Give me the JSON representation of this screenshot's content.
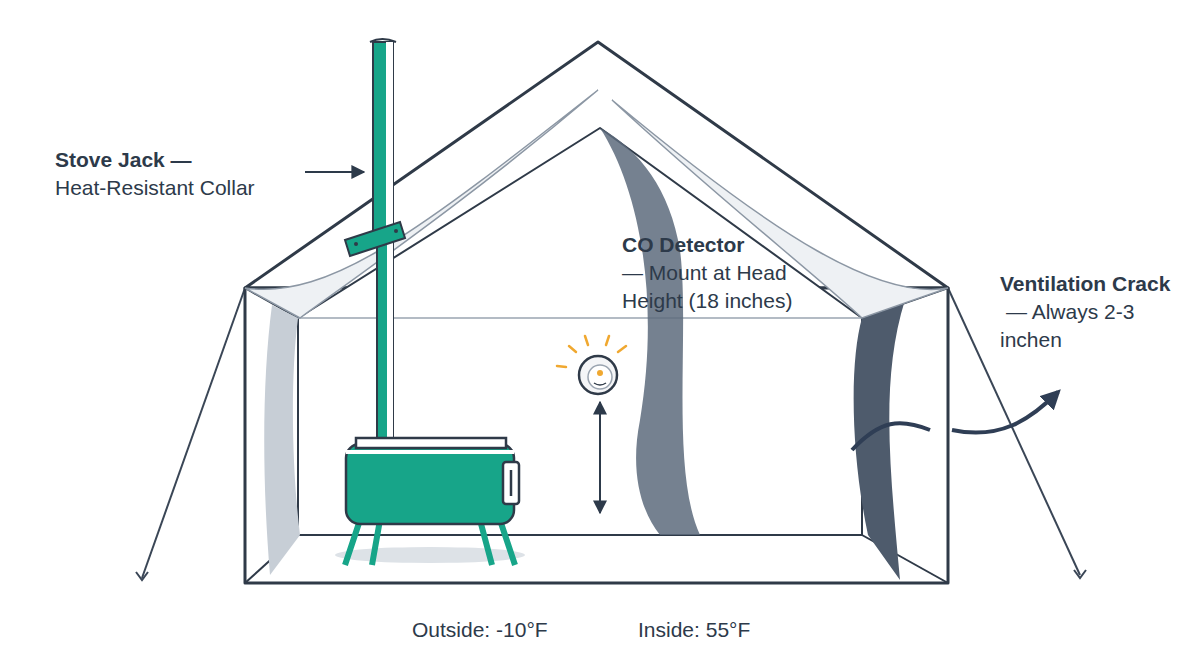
{
  "diagram": {
    "labels": [
      "Stove Jack —",
      "Heat-Resistant Collar",
      "CO Detector",
      "— Mount at Head Height (18 inches)",
      "Ventilation Crack",
      "— Always 2-3 inchen",
      "Outside: -10°F",
      "Inside: 55°F"
    ]
  }
}
